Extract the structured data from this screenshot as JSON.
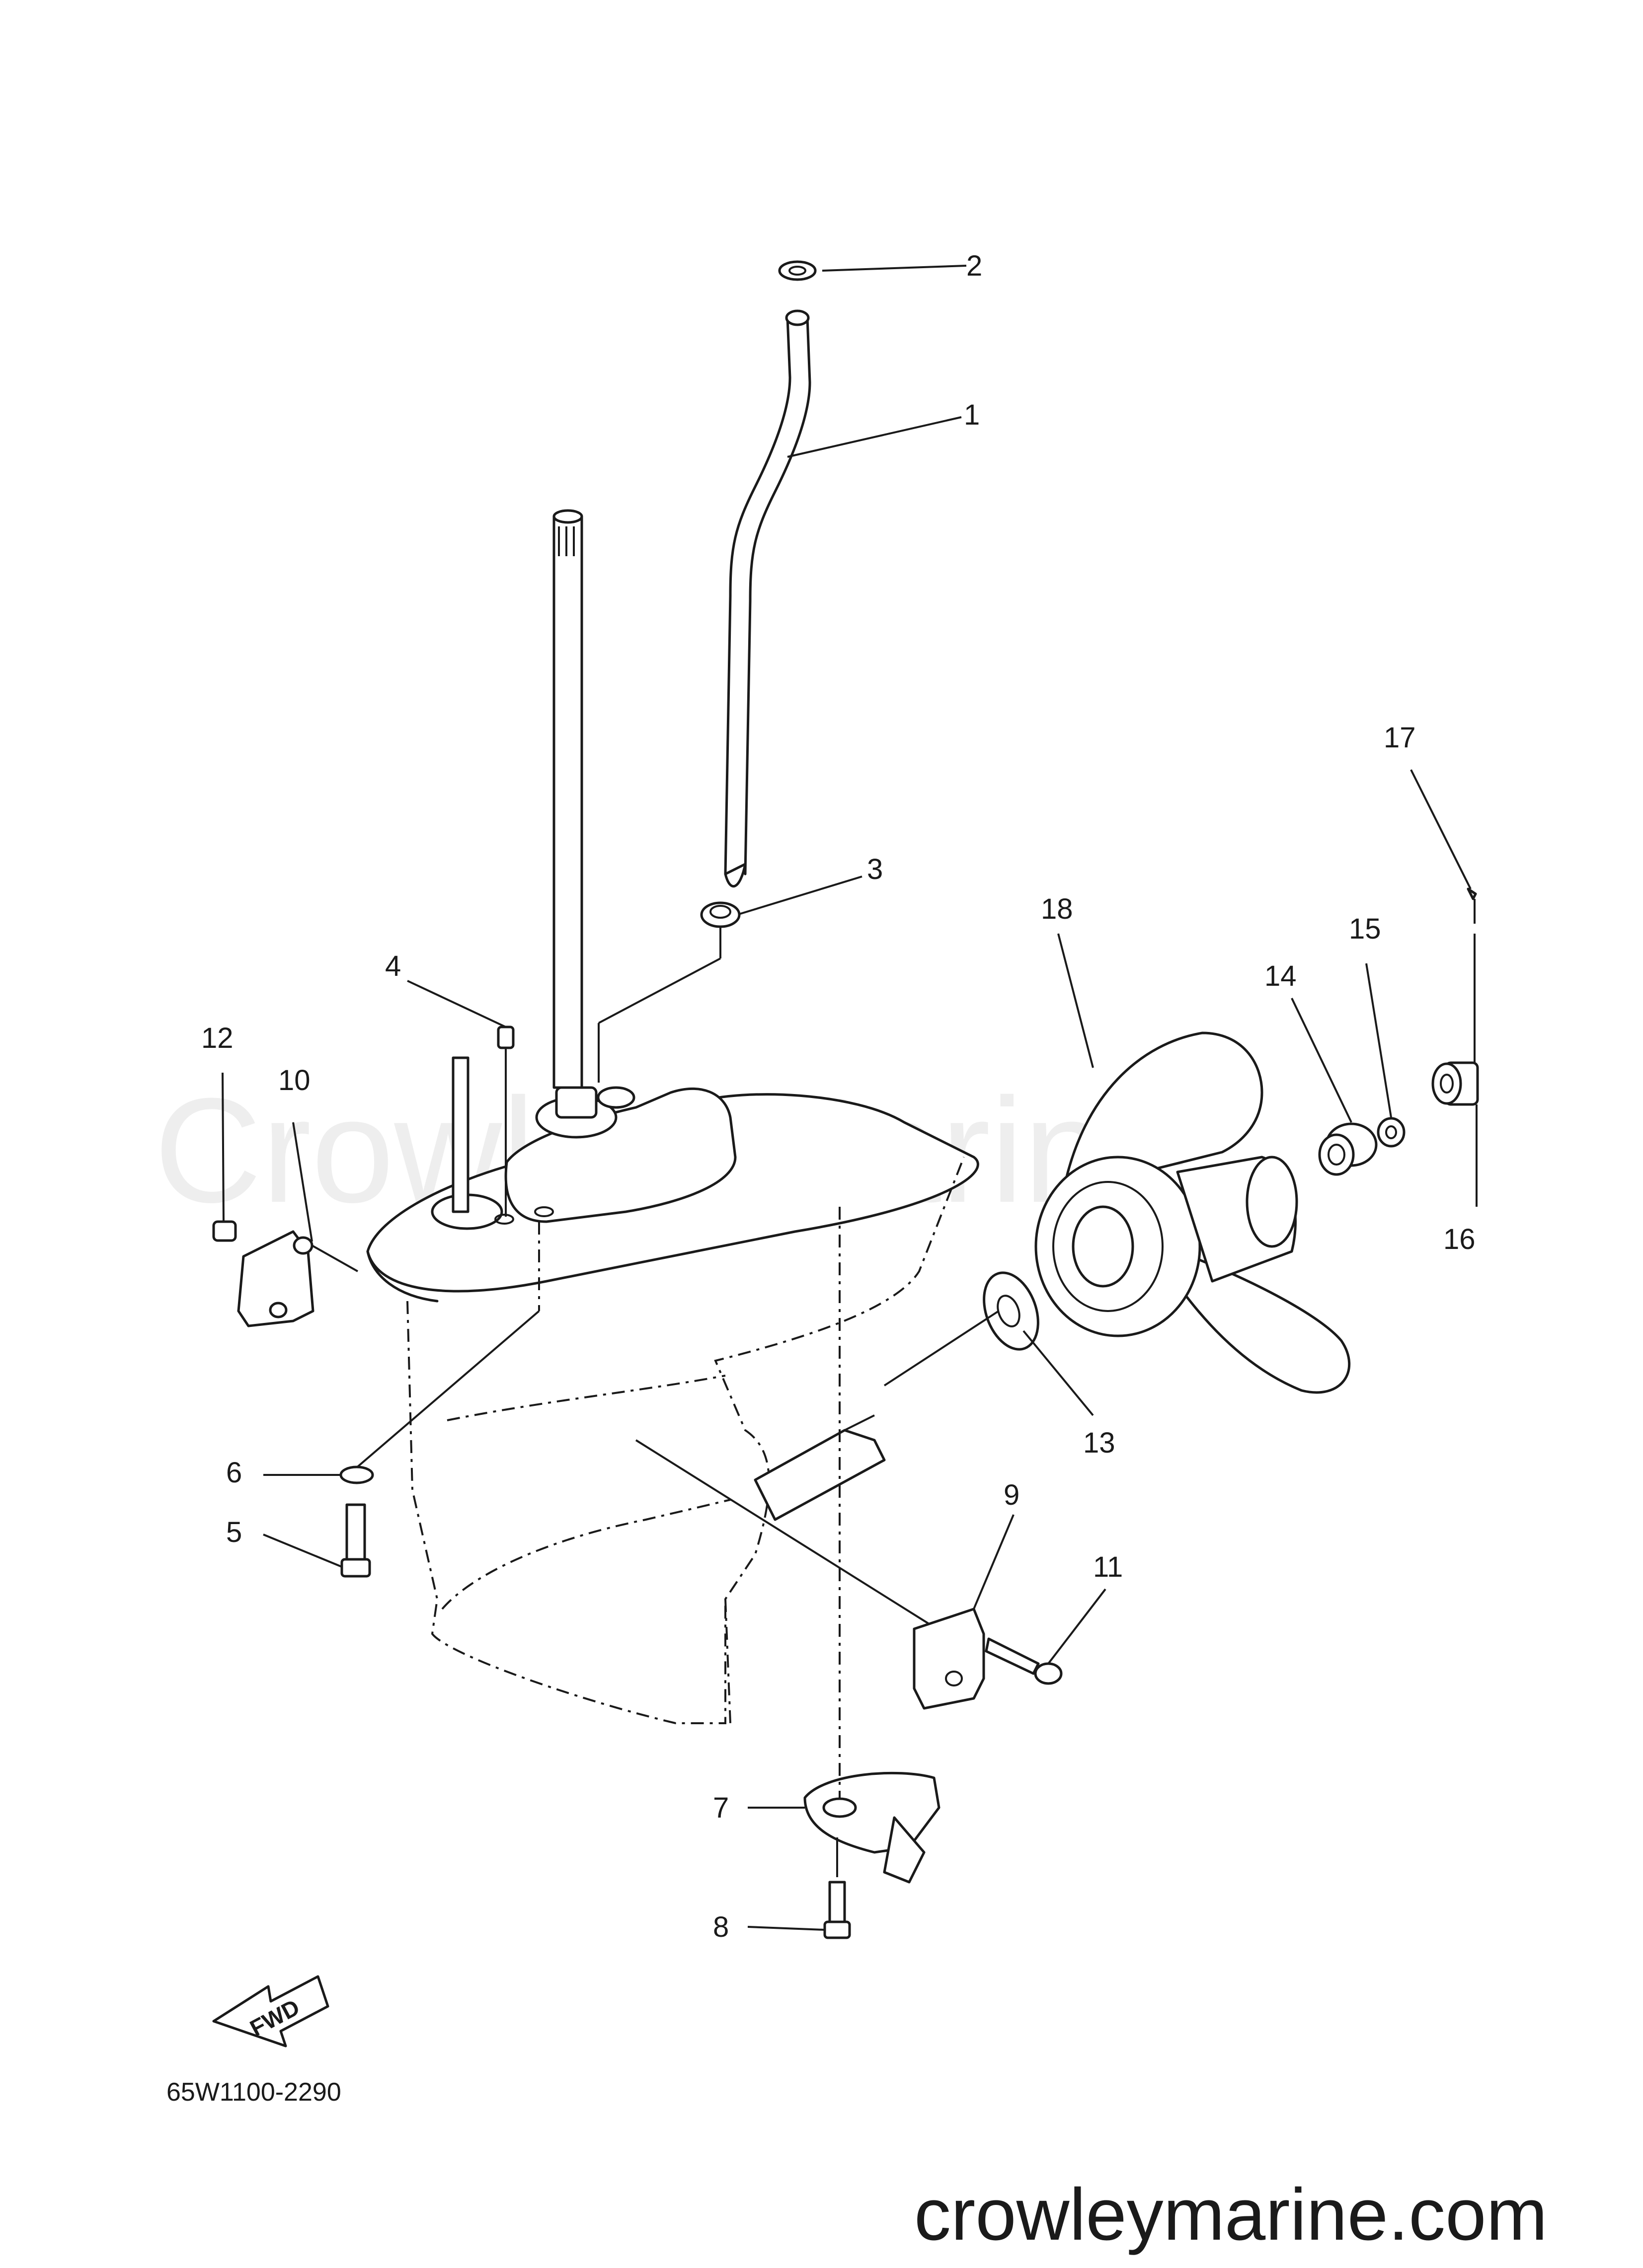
{
  "diagram": {
    "callouts": [
      "1",
      "2",
      "3",
      "4",
      "5",
      "6",
      "7",
      "8",
      "9",
      "10",
      "11",
      "12",
      "13",
      "14",
      "15",
      "16",
      "17",
      "18"
    ],
    "direction_arrow_label": "FWD",
    "drawing_code": "65W1100-2290",
    "watermark": "Crowley Marine",
    "footer_url": "crowleymarine.com"
  }
}
